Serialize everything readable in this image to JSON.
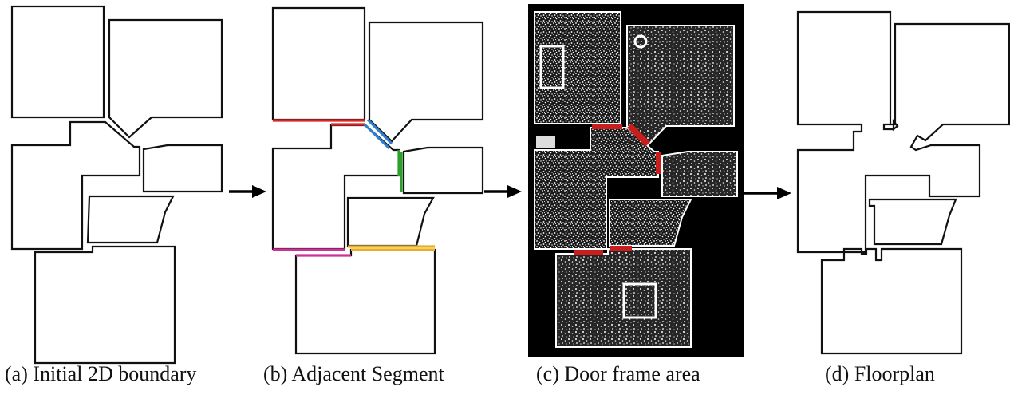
{
  "captions": {
    "a": "(a) Initial 2D boundary",
    "b": "(b) Adjacent Segment",
    "c": "(c) Door frame area",
    "d": "(d) Floorplan"
  },
  "colors": {
    "background": "#ffffff",
    "outline": "#111111",
    "panel_c_background": "#000000",
    "point_cloud": "#ffffff",
    "segment_red": "#d62728",
    "segment_blue": "#2f7fd0",
    "segment_green": "#2ca02c",
    "segment_magenta": "#cc3399",
    "segment_yellow": "#e8b020",
    "door_frame": "#c81e1e",
    "arrow": "#000000"
  },
  "icons": [
    "right-arrow-icon",
    "right-arrow-icon",
    "right-arrow-icon"
  ]
}
